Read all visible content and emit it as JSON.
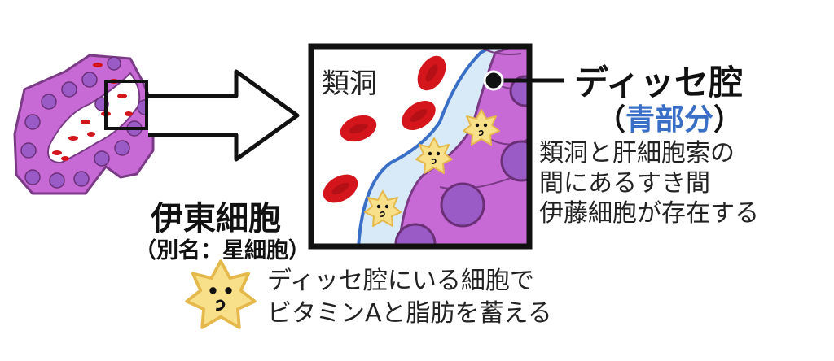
{
  "labels": {
    "sinusoid": "類洞",
    "disse_space": "ディッセ腔",
    "blue_part_paren_open": "（",
    "blue_part": "青部分",
    "blue_part_paren_close": "）",
    "disse_desc": [
      "類洞と肝細胞索の",
      "間にあるすき間",
      "伊藤細胞が存在する"
    ],
    "ito_cell": "伊東細胞",
    "ito_alias": "（別名：星細胞）",
    "legend_text": [
      "ディッセ腔にいる細胞で",
      "ビタミンAと脂肪を蓄える"
    ]
  },
  "icons": {
    "arrow": "hollow-right-arrow-icon",
    "stellate_cell": "star-cell-icon",
    "pointer": "pointer-dot-icon"
  },
  "colors": {
    "hepatocyte": "#c86ad6",
    "hepatocyte_nucleus": "#9a5bc7",
    "red_blood_cell": "#d4161c",
    "disse_space": "#d8e9f7",
    "disse_border": "#3a6fc7",
    "star_cell": "#f8e08a",
    "blue_text": "#3a6fc7"
  }
}
